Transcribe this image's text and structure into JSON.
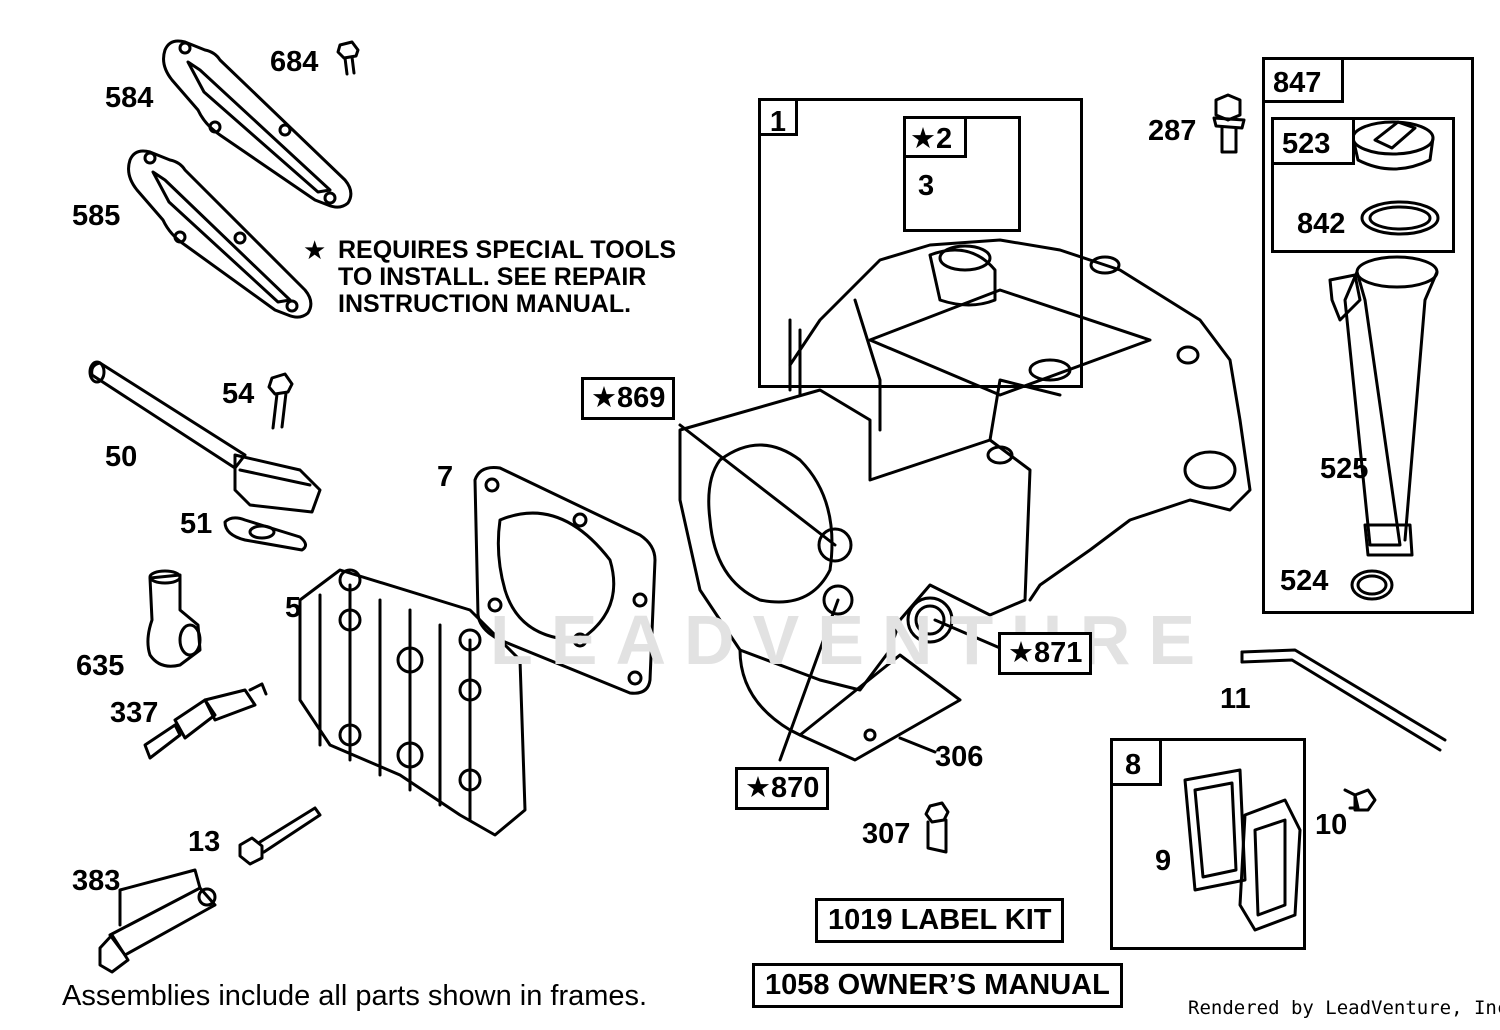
{
  "note": {
    "star_symbol": "★",
    "lines": [
      "REQUIRES SPECIAL TOOLS",
      "TO INSTALL.  SEE REPAIR",
      "INSTRUCTION MANUAL."
    ]
  },
  "watermark": "LEADVENTURE",
  "footer": "Assemblies include all parts shown in frames.",
  "credit": "Rendered by LeadVenture, Inc.",
  "parts": {
    "p684": "684",
    "p584": "584",
    "p585": "585",
    "p54": "54",
    "p50": "50",
    "p51": "51",
    "p7": "7",
    "p5": "5",
    "p635": "635",
    "p337": "337",
    "p13": "13",
    "p383": "383",
    "p1": "1",
    "p2": "★2",
    "p3": "3",
    "p869": "★869",
    "p871": "★871",
    "p870": "★870",
    "p306": "306",
    "p307": "307",
    "p287": "287",
    "p847": "847",
    "p523": "523",
    "p842": "842",
    "p525": "525",
    "p524": "524",
    "p11": "11",
    "p8": "8",
    "p9": "9",
    "p10": "10"
  },
  "kits": {
    "label_kit": "1019 LABEL KIT",
    "owners_manual": "1058 OWNER’S MANUAL"
  }
}
